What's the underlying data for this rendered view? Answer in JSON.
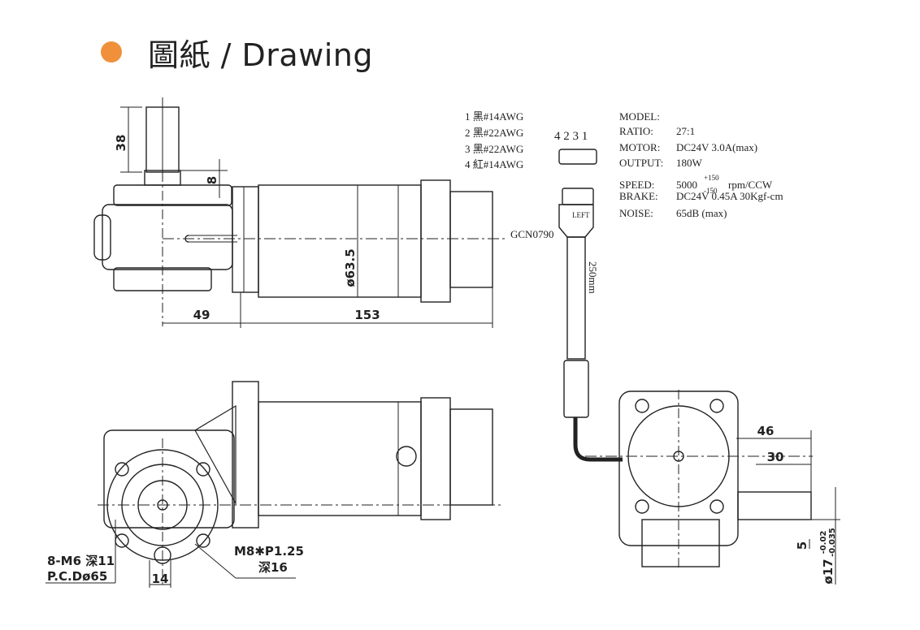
{
  "header": {
    "title": "圖紙 / Drawing",
    "accent": "#f0903a"
  },
  "wires": [
    {
      "label": "1 黑#14AWG"
    },
    {
      "label": "2 黑#22AWG"
    },
    {
      "label": "3 黑#22AWG"
    },
    {
      "label": "4 紅#14AWG"
    }
  ],
  "connector": {
    "pins": "4 2 3 1",
    "tag": "LEFT",
    "part": "GCN0790",
    "cable_length": "250mm"
  },
  "specs": {
    "model_label": "MODEL:",
    "model_value": "",
    "ratio_label": "RATIO:",
    "ratio_value": "27:1",
    "motor_label": "MOTOR:",
    "motor_value": "DC24V  3.0A(max)",
    "output_label": "OUTPUT:",
    "output_value": "180W",
    "speed_label": "SPEED:",
    "speed_base": "5000",
    "speed_tol_plus": "+150",
    "speed_tol_minus": "-150",
    "speed_unit": "rpm/CCW",
    "brake_label": "BRAKE:",
    "brake_value": "DC24V 0.45A 30Kgf-cm",
    "noise_label": "NOISE:",
    "noise_value": "65dB (max)"
  },
  "dims": {
    "shaft_len": "38",
    "flange": "8",
    "dia_body": "ø63.5",
    "gear_len": "49",
    "motor_len": "153",
    "bolt_spec1": "8-M6 深11",
    "bolt_spec2": "P.C.Dø65",
    "center_dist": "14",
    "tap_spec1": "M8✱P1.25",
    "tap_spec2": "深16",
    "shaft_out": "46",
    "shaft_key": "30",
    "key_w": "5",
    "shaft_dia": "ø17",
    "shaft_tol_hi": "-0.02",
    "shaft_tol_lo": "-0.035"
  }
}
